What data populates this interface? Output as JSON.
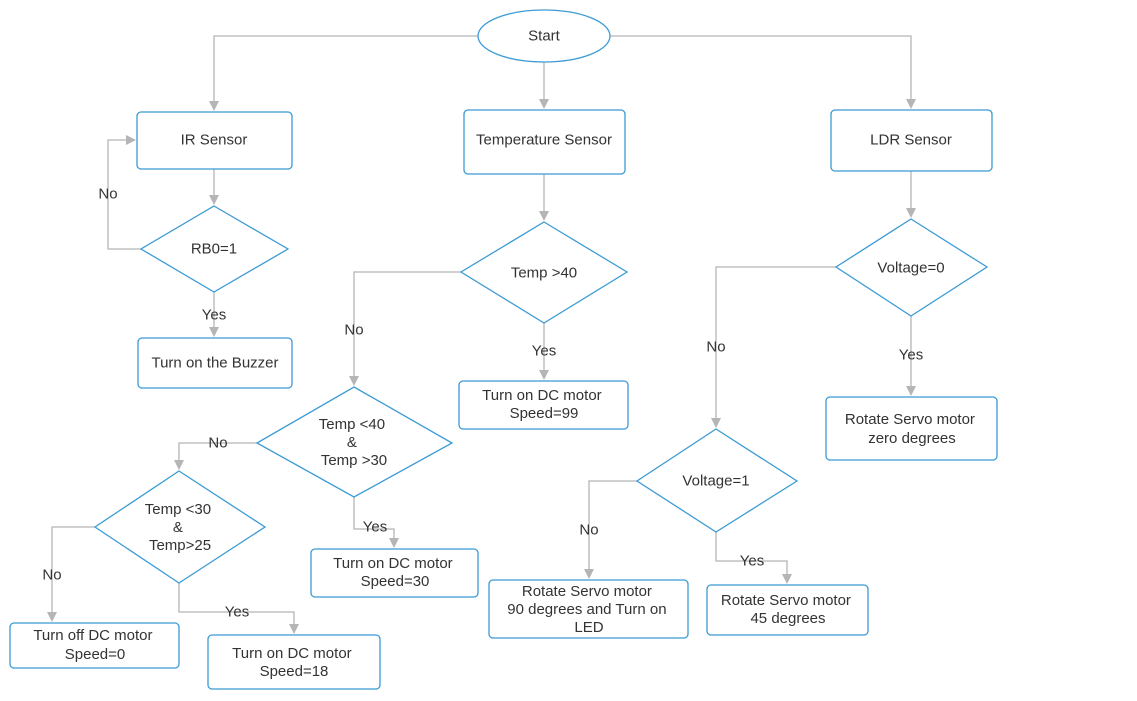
{
  "nodes": {
    "start": "Start",
    "ir_sensor": "IR Sensor",
    "temp_sensor": "Temperature Sensor",
    "ldr_sensor": "LDR Sensor",
    "rb0": "RB0=1",
    "buzzer": "Turn on the Buzzer",
    "temp_gt40": "Temp >40",
    "dc99": [
      "Turn on DC motor",
      "Speed=99"
    ],
    "temp_30_40": [
      "Temp <40",
      "&",
      "Temp >30"
    ],
    "dc30": [
      "Turn on DC motor",
      "Speed=30"
    ],
    "temp_25_30": [
      "Temp <30",
      "&",
      "Temp>25"
    ],
    "dc_off": [
      "Turn off DC motor",
      "Speed=0"
    ],
    "dc18": [
      "Turn on DC motor",
      "Speed=18"
    ],
    "voltage0": "Voltage=0",
    "servo0": [
      "Rotate Servo motor",
      "zero degrees"
    ],
    "voltage1": "Voltage=1",
    "servo90": [
      "Rotate Servo motor",
      "90 degrees and Turn on",
      "LED"
    ],
    "servo45": [
      "Rotate Servo motor",
      "45 degrees"
    ]
  },
  "edge_labels": {
    "rb0_no": "No",
    "rb0_yes": "Yes",
    "temp_gt40_no": "No",
    "temp_gt40_yes": "Yes",
    "temp_30_40_no": "No",
    "temp_30_40_yes": "Yes",
    "temp_25_30_no": "No",
    "temp_25_30_yes": "Yes",
    "voltage0_no": "No",
    "voltage0_yes": "Yes",
    "voltage1_no": "No",
    "voltage1_yes": "Yes"
  },
  "colors": {
    "shape_stroke": "#3b9bd4",
    "connector": "#b5b5b5",
    "text": "#333333"
  }
}
